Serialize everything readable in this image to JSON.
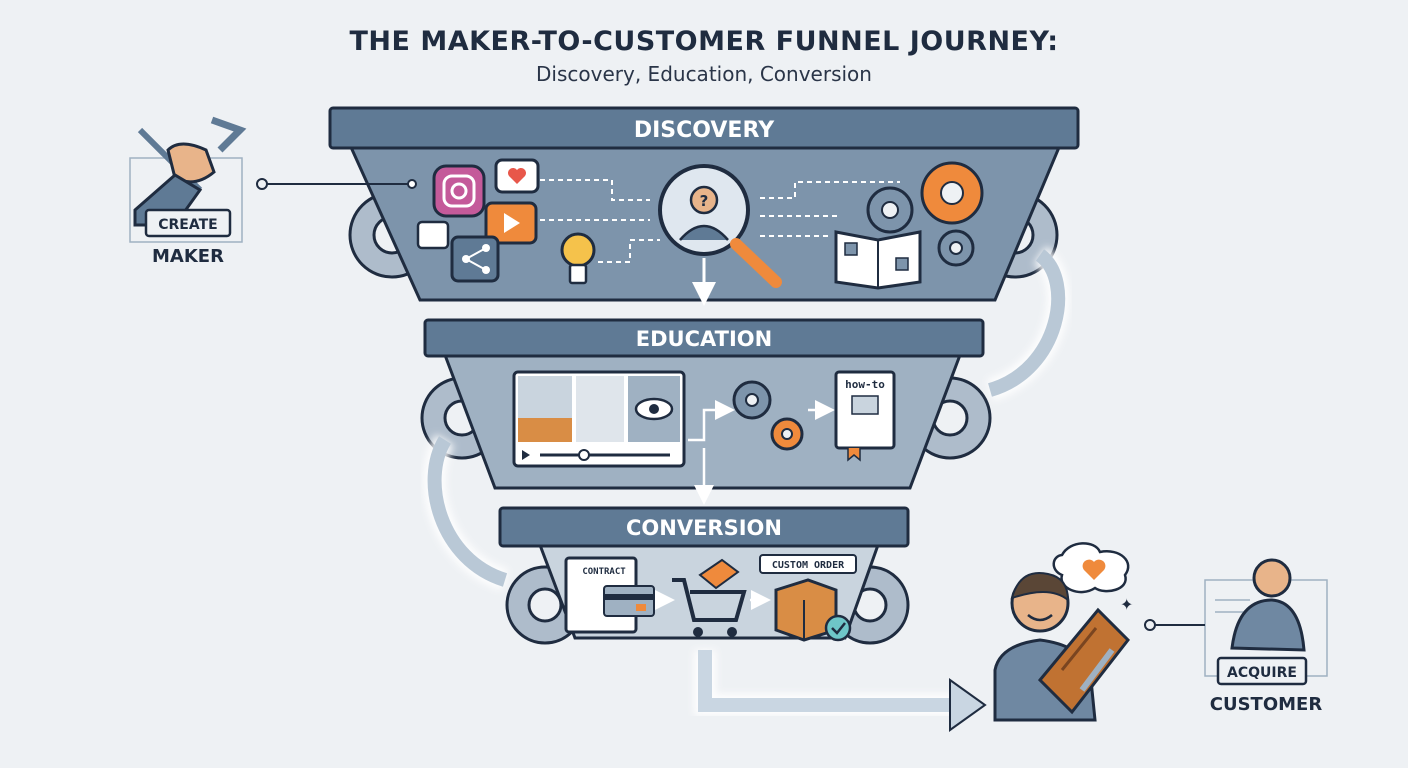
{
  "title": "THE MAKER-TO-CUSTOMER FUNNEL JOURNEY:",
  "subtitle": "Discovery, Education, Conversion",
  "stages": [
    {
      "label": "DISCOVERY"
    },
    {
      "label": "EDUCATION"
    },
    {
      "label": "CONVERSION"
    }
  ],
  "maker": {
    "badge": "CREATE",
    "label": "MAKER"
  },
  "customer": {
    "badge": "ACQUIRE",
    "label": "CUSTOMER"
  },
  "education_book_label": "how-to",
  "conversion": {
    "contract_label": "CONTRACT",
    "order_label": "CUSTOM ORDER"
  },
  "colors": {
    "funnel_dark": "#5f7a95",
    "funnel_mid": "#7d94ab",
    "funnel_light": "#c9d4de",
    "accent_orange": "#ef8a3c",
    "outline": "#1f2c40",
    "background": "#eef1f4"
  }
}
